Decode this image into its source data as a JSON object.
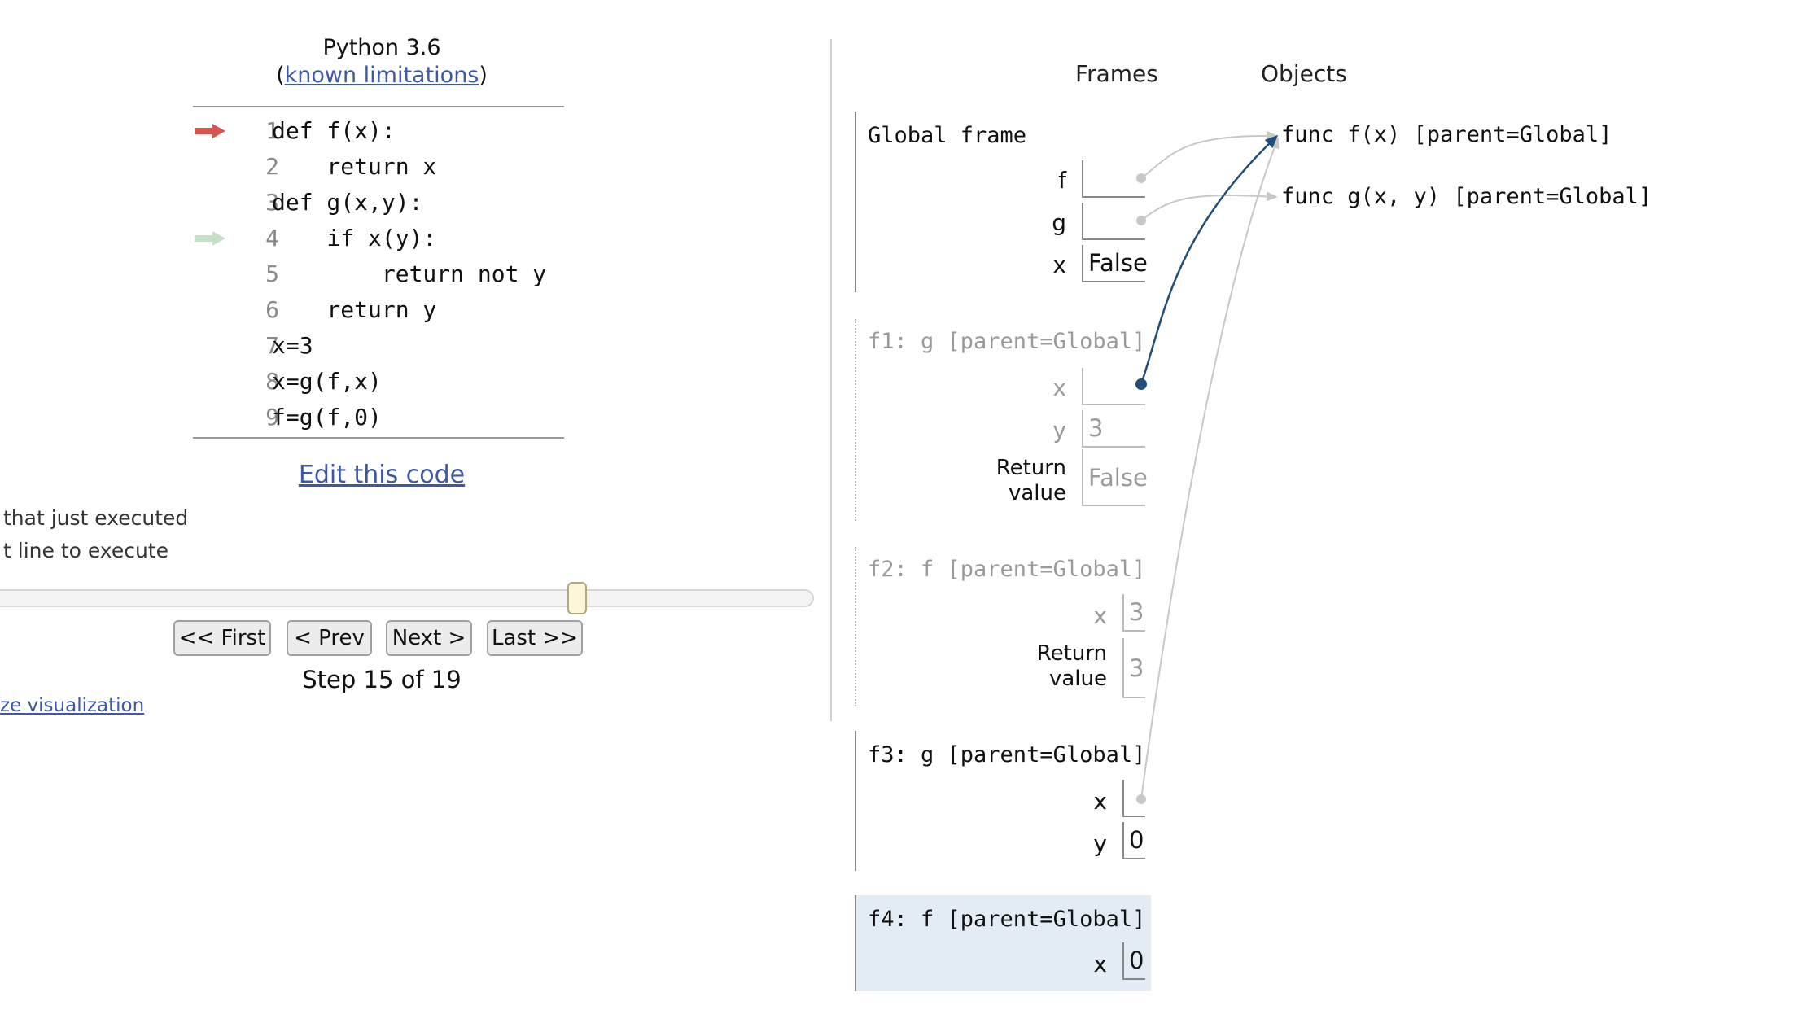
{
  "header": {
    "language": "Python 3.6",
    "limitations_open": "(",
    "limitations_link": "known limitations",
    "limitations_close": ")"
  },
  "code": {
    "lines": [
      {
        "no": "1",
        "text": "def f(x):"
      },
      {
        "no": "2",
        "text": "    return x"
      },
      {
        "no": "3",
        "text": "def g(x,y):"
      },
      {
        "no": "4",
        "text": "    if x(y):"
      },
      {
        "no": "5",
        "text": "        return not y"
      },
      {
        "no": "6",
        "text": "    return y"
      },
      {
        "no": "7",
        "text": "x=3"
      },
      {
        "no": "8",
        "text": "x=g(f,x)"
      },
      {
        "no": "9",
        "text": "f=g(f,0)"
      }
    ],
    "just_executed_line": 1,
    "next_line": 4,
    "colors": {
      "just_executed": "#d9534f",
      "next": "#c5e1c5"
    }
  },
  "edit_link": "Edit this code",
  "legend": {
    "just_executed": "that just executed",
    "next_line": "t line to execute"
  },
  "slider": {
    "step": 15,
    "total": 19
  },
  "nav": {
    "first": "<< First",
    "prev": "< Prev",
    "next": "Next >",
    "last": "Last >>"
  },
  "step_text": "Step 15 of 19",
  "customize_link": "ze visualization",
  "viz": {
    "frames_header": "Frames",
    "objects_header": "Objects",
    "global": {
      "title": "Global frame",
      "vars": [
        {
          "name": "f",
          "value": ""
        },
        {
          "name": "g",
          "value": ""
        },
        {
          "name": "x",
          "value": "False"
        }
      ]
    },
    "f1": {
      "title": "f1: g [parent=Global]",
      "vars": [
        {
          "name": "x",
          "value": ""
        },
        {
          "name": "y",
          "value": "3"
        }
      ],
      "return_label_1": "Return",
      "return_label_2": "value",
      "return_value": "False"
    },
    "f2": {
      "title": "f2: f [parent=Global]",
      "vars": [
        {
          "name": "x",
          "value": "3"
        }
      ],
      "return_label_1": "Return",
      "return_label_2": "value",
      "return_value": "3"
    },
    "f3": {
      "title": "f3: g [parent=Global]",
      "vars": [
        {
          "name": "x",
          "value": ""
        },
        {
          "name": "y",
          "value": "0"
        }
      ]
    },
    "f4": {
      "title": "f4: f [parent=Global]",
      "vars": [
        {
          "name": "x",
          "value": "0"
        }
      ]
    },
    "objects": [
      {
        "label": "func f(x) [parent=Global]"
      },
      {
        "label": "func g(x, y) [parent=Global]"
      }
    ],
    "colors": {
      "pointer_active": "#1f4e79",
      "pointer_dim": "#c8c8c8",
      "current_frame_bg": "#e3ebf5"
    }
  }
}
